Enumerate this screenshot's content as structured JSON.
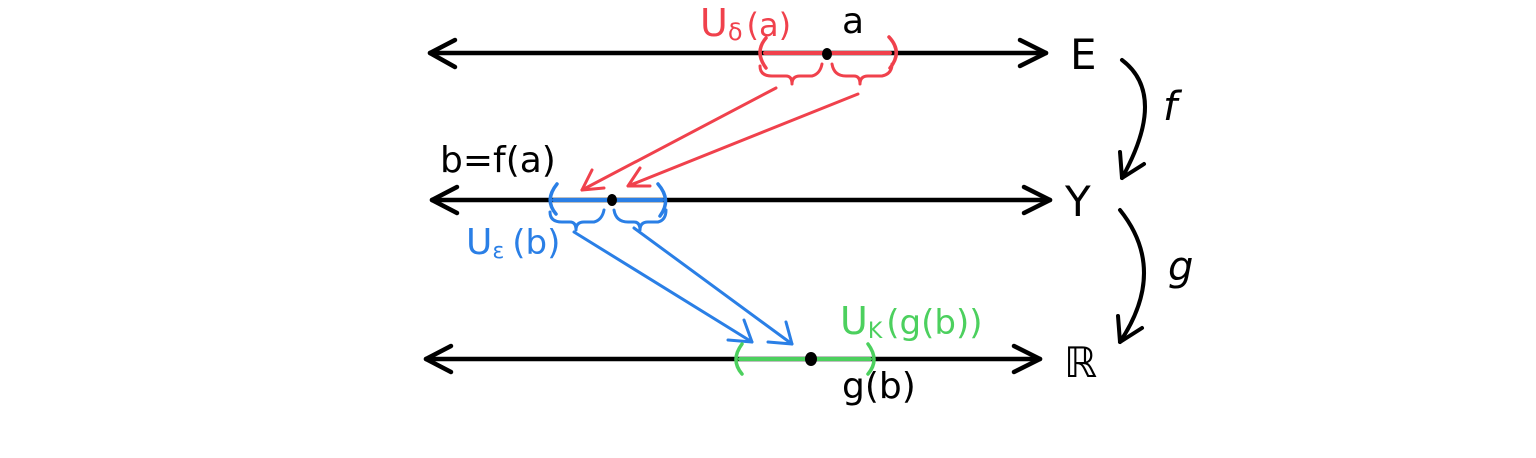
{
  "colors": {
    "ink": "#000000",
    "red": "#f0414c",
    "blue": "#2a7fe6",
    "green": "#4cd05e",
    "background": "#ffffff"
  },
  "labels": {
    "space_e": "E",
    "space_y": "Y",
    "space_r": "ℝ",
    "map_f": "f",
    "map_g": "g",
    "point_a": "a",
    "point_b": "b=f(a)",
    "point_gb": "g(b)",
    "nbhd_delta": "U",
    "nbhd_delta_sub": "δ",
    "nbhd_delta_arg": "(a)",
    "nbhd_eps": "U",
    "nbhd_eps_sub": "ε",
    "nbhd_eps_arg": "(b)",
    "nbhd_k": "U",
    "nbhd_k_sub": "K",
    "nbhd_k_arg": "(g(b))"
  }
}
